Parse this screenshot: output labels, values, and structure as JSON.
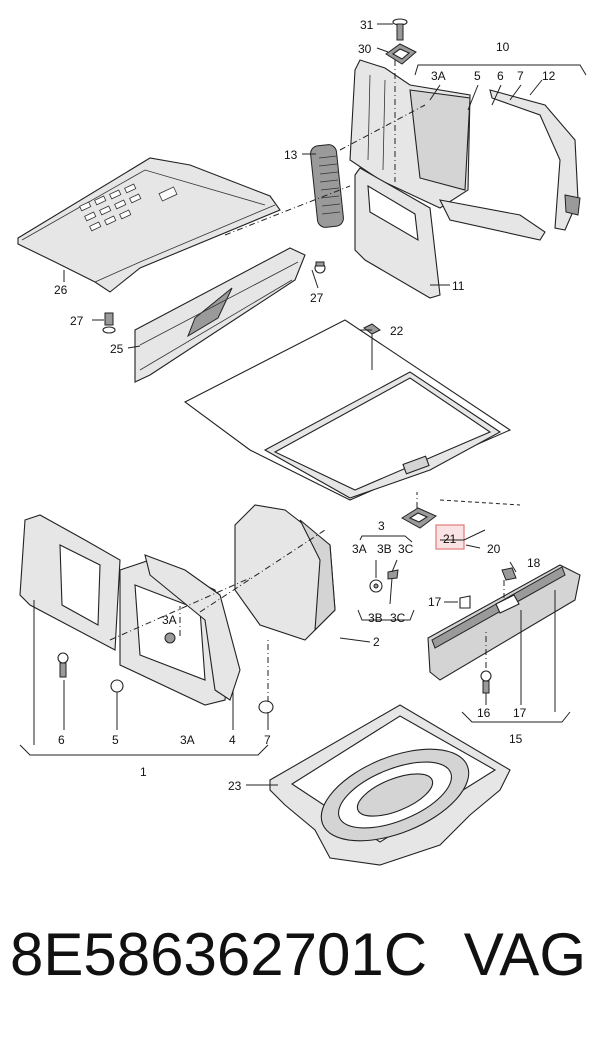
{
  "callouts": {
    "c31": "31",
    "c30": "30",
    "c10": "10",
    "c3A_top": "3A",
    "c5_top": "5",
    "c6_top": "6",
    "c7_top": "7",
    "c12": "12",
    "c13": "13",
    "c11": "11",
    "c26": "26",
    "c27a": "27",
    "c27b": "27",
    "c25": "25",
    "c22": "22",
    "c3": "3",
    "c3A": "3A",
    "c3B": "3B",
    "c3C": "3C",
    "c3B_b": "3B",
    "c3C_b": "3C",
    "c2": "2",
    "c21": "21",
    "c20": "20",
    "c18": "18",
    "c17a": "17",
    "c3A_mid": "3A",
    "c6": "6",
    "c5": "5",
    "c3A_bot": "3A",
    "c4": "4",
    "c7": "7",
    "c1": "1",
    "c16": "16",
    "c17b": "17",
    "c15": "15",
    "c23": "23"
  },
  "footer": {
    "part_number": "8E586362701C",
    "brand": "VAG"
  },
  "colors": {
    "highlight_fill": "#fbe3e3",
    "highlight_stroke": "#e07a7a"
  }
}
